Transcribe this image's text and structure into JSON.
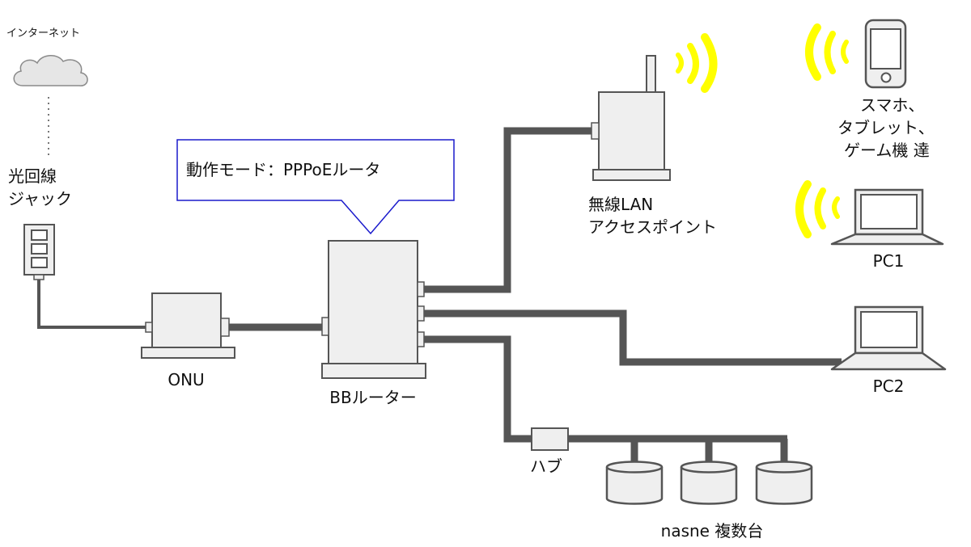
{
  "labels": {
    "internet": "インターネット",
    "jack_line1": "光回線",
    "jack_line2": "ジャック",
    "onu": "ONU",
    "router": "BBルーター",
    "callout": "動作モード：PPPoEルータ",
    "ap_line1": "無線LAN",
    "ap_line2": "アクセスポイント",
    "mobile_line1": "スマホ、",
    "mobile_line2": "タブレット、",
    "mobile_line3": "ゲーム機 達",
    "pc1": "PC1",
    "pc2": "PC2",
    "hub": "ハブ",
    "nasne": "nasne 複数台"
  },
  "colors": {
    "device_fill": "#efefef",
    "device_stroke": "#555555",
    "cable": "#555555",
    "wifi": "#ffff00",
    "callout_border": "#1a1acc",
    "cloud_fill": "#e6e6e6"
  }
}
